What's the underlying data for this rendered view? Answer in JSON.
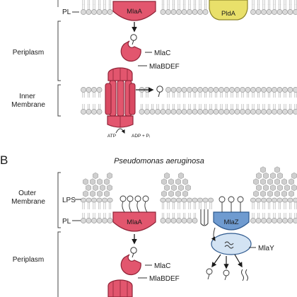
{
  "panel_b": {
    "letter": "B",
    "organism": "Pseudomonas aeruginosa"
  },
  "regions": {
    "outer_membrane": "Outer\nMembrane",
    "periplasm": "Periplasm",
    "inner_membrane": "Inner\nMembrane"
  },
  "leaflets": {
    "lps": "LPS",
    "pl": "PL"
  },
  "proteins": {
    "mlaa": "MlaA",
    "plda": "PldA",
    "mlac": "MlaC",
    "mlabdef": "MlaBDEF",
    "mlaz": "MlaZ",
    "mlay": "MlaY"
  },
  "nucleotides": {
    "atp": "ATP",
    "adp": "ADP + Pᵢ"
  },
  "colors": {
    "mla_red": "#e2566e",
    "mla_red_dark": "#b8344c",
    "plda_yellow": "#e9e06a",
    "mlaz_blue": "#6f9bd0",
    "mlay_blue": "#d3e3f3",
    "lipid_gray": "#c8c8c8"
  }
}
